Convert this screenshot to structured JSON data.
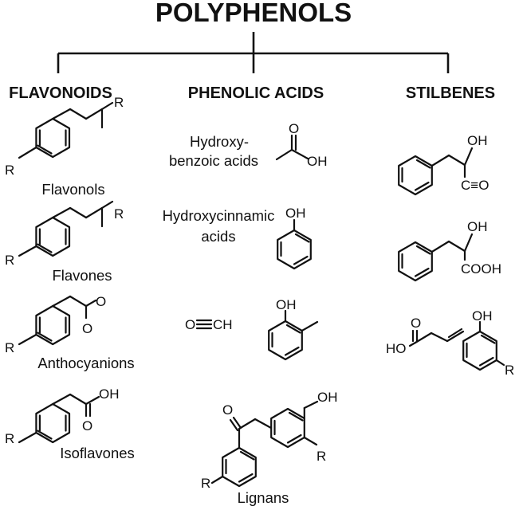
{
  "title": "POLYPHENOLS",
  "categories": {
    "flavonoids": "FLAVONOIDS",
    "phenolic_acids": "PHENOLIC ACIDS",
    "stilbenes": "STILBENES"
  },
  "flavonoids": [
    "Flavonols",
    "Flavones",
    "Anthocyanions",
    "Isoflavones"
  ],
  "phenolic_acids": {
    "hydroxybenzoic_line1": "Hydroxy-",
    "hydroxybenzoic_line2": "benzoic acids",
    "hydroxycinnamic_line1": "Hydroxycinnamic",
    "hydroxycinnamic_line2": "acids",
    "lignans": "Lignans"
  },
  "atoms": {
    "R": "R",
    "O": "O",
    "OH": "OH",
    "HO": "HO",
    "CO": "C≡O",
    "COOH": "COOH",
    "CH": "CH"
  }
}
